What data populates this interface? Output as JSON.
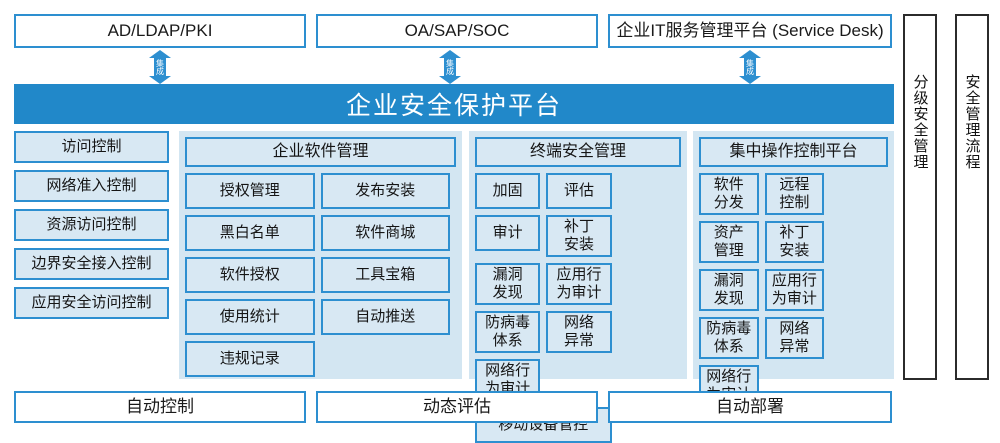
{
  "diagram": {
    "title": "企业安全保护平台",
    "integration_label": "集成",
    "colors": {
      "banner": "#2188c9",
      "box_border": "#2d8fd0",
      "box_fill": "#d8e8f3",
      "group_fill": "#d3e6f2",
      "vpanel_border": "#2b2b2b"
    },
    "external_systems": [
      {
        "label": "AD/LDAP/PKI"
      },
      {
        "label": "OA/SAP/SOC"
      },
      {
        "label": "企业IT服务管理平台 (Service Desk)"
      }
    ],
    "groups": [
      {
        "id": "access-control",
        "title": null,
        "items": [
          {
            "label": "访问控制"
          },
          {
            "label": "网络准入控制"
          },
          {
            "label": "资源访问控制"
          },
          {
            "label": "边界安全接入控制"
          },
          {
            "label": "应用安全访问控制"
          }
        ]
      },
      {
        "id": "enterprise-software-management",
        "title": "企业软件管理",
        "items": [
          {
            "label": "授权管理"
          },
          {
            "label": "发布安装"
          },
          {
            "label": "黑白名单"
          },
          {
            "label": "软件商城"
          },
          {
            "label": "软件授权"
          },
          {
            "label": "工具宝箱"
          },
          {
            "label": "使用统计"
          },
          {
            "label": "自动推送"
          },
          {
            "label": "违规记录"
          }
        ]
      },
      {
        "id": "endpoint-security-management",
        "title": "终端安全管理",
        "items": [
          {
            "label": "加固"
          },
          {
            "label": "评估"
          },
          {
            "label": "审计"
          },
          {
            "label": "补丁\n安装"
          },
          {
            "label": "漏洞\n发现"
          },
          {
            "label": "应用行\n为审计"
          },
          {
            "label": "防病毒\n体系"
          },
          {
            "label": "网络\n异常"
          },
          {
            "label": "网络行\n为审计"
          },
          {
            "label": "移动设备管控"
          }
        ]
      },
      {
        "id": "centralized-operation-control-platform",
        "title": "集中操作控制平台",
        "items": [
          {
            "label": "软件\n分发"
          },
          {
            "label": "远程\n控制"
          },
          {
            "label": "资产\n管理"
          },
          {
            "label": "补丁\n安装"
          },
          {
            "label": "漏洞\n发现"
          },
          {
            "label": "应用行\n为审计"
          },
          {
            "label": "防病毒\n体系"
          },
          {
            "label": "网络\n异常"
          },
          {
            "label": "网络行\n为审计"
          }
        ]
      }
    ],
    "side_panels": [
      {
        "label": "分级安全管理"
      },
      {
        "label": "安全管理流程"
      }
    ],
    "bottom_row": [
      {
        "label": "自动控制"
      },
      {
        "label": "动态评估"
      },
      {
        "label": "自动部署"
      }
    ]
  }
}
